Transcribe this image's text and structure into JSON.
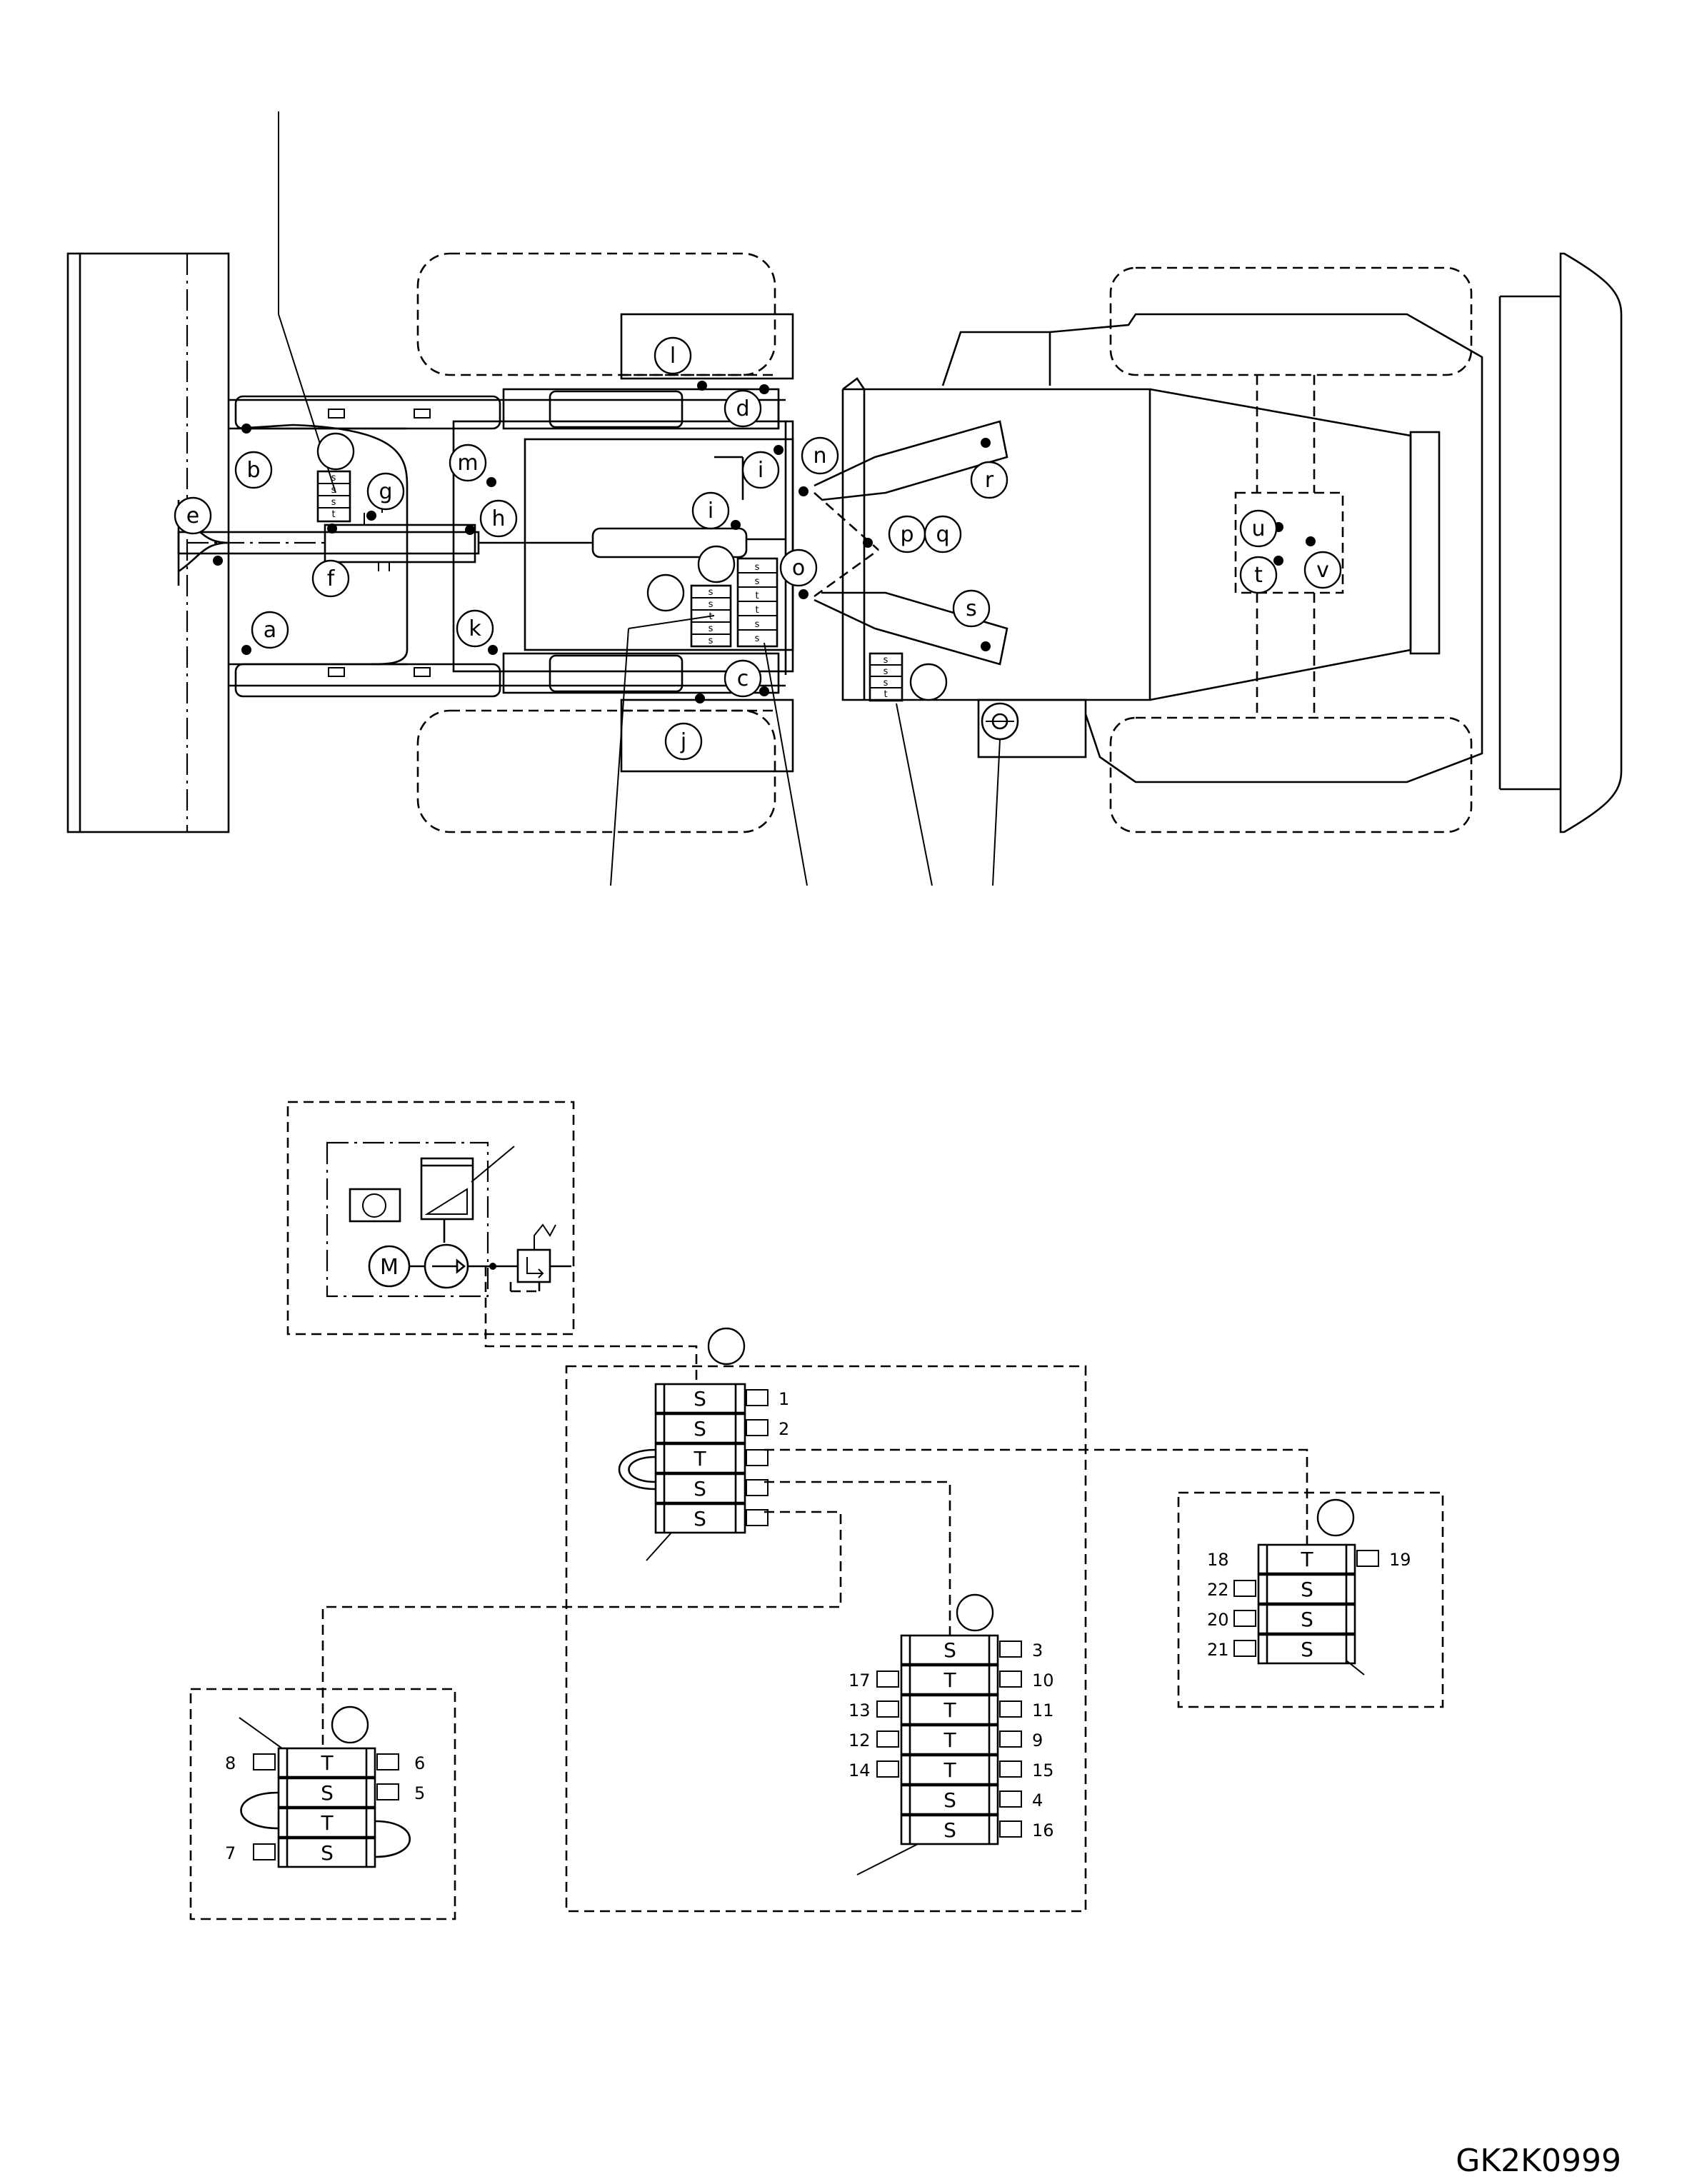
{
  "drawing": {
    "code": "GK2K0999"
  },
  "point_labels": [
    "a",
    "b",
    "c",
    "d",
    "e",
    "f",
    "g",
    "h",
    "i",
    "i",
    "j",
    "k",
    "l",
    "m",
    "n",
    "o",
    "p",
    "q",
    "r",
    "s",
    "t",
    "u",
    "v"
  ],
  "mini_blocks": {
    "left": [
      "s",
      "s",
      "s",
      "t"
    ],
    "center_a": [
      "s",
      "s",
      "t",
      "s",
      "s"
    ],
    "center_b": [
      "s",
      "s",
      "t",
      "t",
      "s",
      "s"
    ],
    "right": [
      "s",
      "s",
      "s",
      "t"
    ]
  },
  "distributors": {
    "main": {
      "sections": [
        {
          "type": "S",
          "port": "1"
        },
        {
          "type": "S",
          "port": "2"
        },
        {
          "type": "T",
          "port": ""
        },
        {
          "type": "S",
          "port": ""
        },
        {
          "type": "S",
          "port": ""
        }
      ]
    },
    "lower_left": {
      "sections": [
        {
          "type": "T",
          "left": "8",
          "right": "6"
        },
        {
          "type": "S",
          "left": "",
          "right": "5"
        },
        {
          "type": "T",
          "left": "",
          "right": ""
        },
        {
          "type": "S",
          "left": "7",
          "right": ""
        }
      ]
    },
    "middle": {
      "sections": [
        {
          "type": "S",
          "left": "",
          "right": "3"
        },
        {
          "type": "T",
          "left": "17",
          "right": "10"
        },
        {
          "type": "T",
          "left": "13",
          "right": "11"
        },
        {
          "type": "T",
          "left": "12",
          "right": "9"
        },
        {
          "type": "T",
          "left": "14",
          "right": "15"
        },
        {
          "type": "S",
          "left": "",
          "right": "4"
        },
        {
          "type": "S",
          "left": "",
          "right": "16"
        }
      ]
    },
    "right": {
      "sections": [
        {
          "type": "T",
          "left": "18",
          "right": "19"
        },
        {
          "type": "S",
          "left": "22",
          "right": ""
        },
        {
          "type": "S",
          "left": "20",
          "right": ""
        },
        {
          "type": "S",
          "left": "21",
          "right": ""
        }
      ]
    }
  },
  "pump_unit": {
    "motor_label": "M"
  }
}
